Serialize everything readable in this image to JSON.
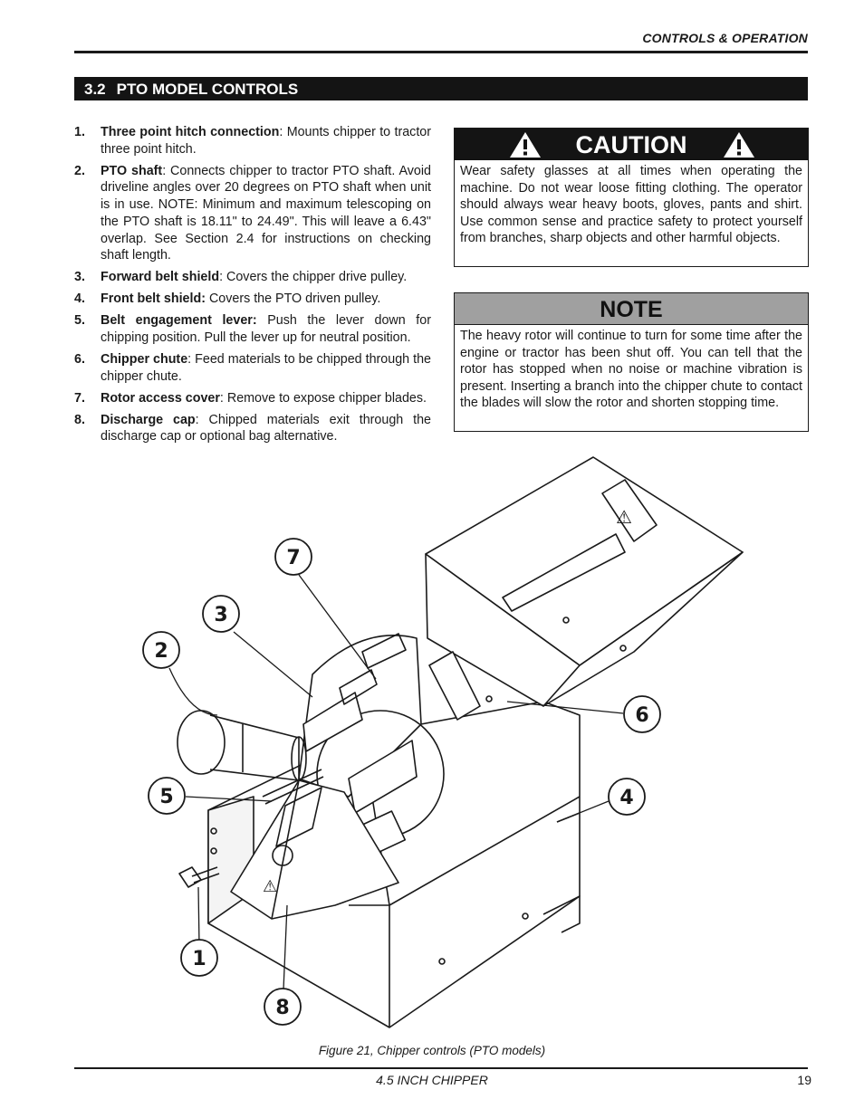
{
  "header": {
    "section_title": "CONTROLS & OPERATION"
  },
  "section": {
    "number": "3.2",
    "title": "PTO MODEL CONTROLS"
  },
  "controls": [
    {
      "num": "1.",
      "term": "Three point hitch connection",
      "text": ": Mounts chipper to tractor three point hitch."
    },
    {
      "num": "2.",
      "term": "PTO shaft",
      "text": ": Connects chipper to tractor PTO shaft. Avoid driveline angles over 20 degrees on PTO shaft when unit is in use. NOTE: Minimum and maximum telescoping on the PTO shaft is 18.11\" to 24.49\". This will leave a 6.43\" overlap. See Section 2.4 for instructions on checking shaft length."
    },
    {
      "num": "3.",
      "term": "Forward belt shield",
      "text": ": Covers the chipper drive pulley."
    },
    {
      "num": "4.",
      "term": "Front belt shield:",
      "text": " Covers the PTO driven pulley."
    },
    {
      "num": "5.",
      "term": "Belt engagement lever:",
      "text": " Push the lever down for chipping position. Pull the lever up for neutral position."
    },
    {
      "num": "6.",
      "term": "Chipper chute",
      "text": ": Feed materials to be chipped through the chipper chute."
    },
    {
      "num": "7.",
      "term": "Rotor access cover",
      "text": ": Remove to expose chipper blades."
    },
    {
      "num": "8.",
      "term": "Discharge cap",
      "text": ": Chipped materials exit through the discharge cap or optional bag alternative."
    }
  ],
  "caution": {
    "heading": "CAUTION",
    "icon": "warning-triangle-icon",
    "body": "Wear safety glasses at all times when operating the machine. Do not wear loose fitting clothing. The operator should always wear heavy boots, gloves, pants and shirt. Use common sense and practice safety to protect yourself from branches, sharp objects and other harmful objects."
  },
  "note": {
    "heading": "NOTE",
    "body": "The heavy rotor will continue to turn for some time after the engine or tractor has been shut off. You can tell that the rotor has stopped when no noise or machine vibration is present. Inserting a branch into the chipper chute to contact the blades will slow the rotor and shorten stopping time."
  },
  "figure": {
    "callouts": [
      "1",
      "2",
      "3",
      "4",
      "5",
      "6",
      "7",
      "8"
    ],
    "caption": "Figure 21, Chipper controls (PTO models)"
  },
  "footer": {
    "title": "4.5 INCH CHIPPER",
    "page": "19"
  },
  "colors": {
    "text": "#1a1a1a",
    "bar": "#141414",
    "note_header": "#a0a0a0"
  }
}
